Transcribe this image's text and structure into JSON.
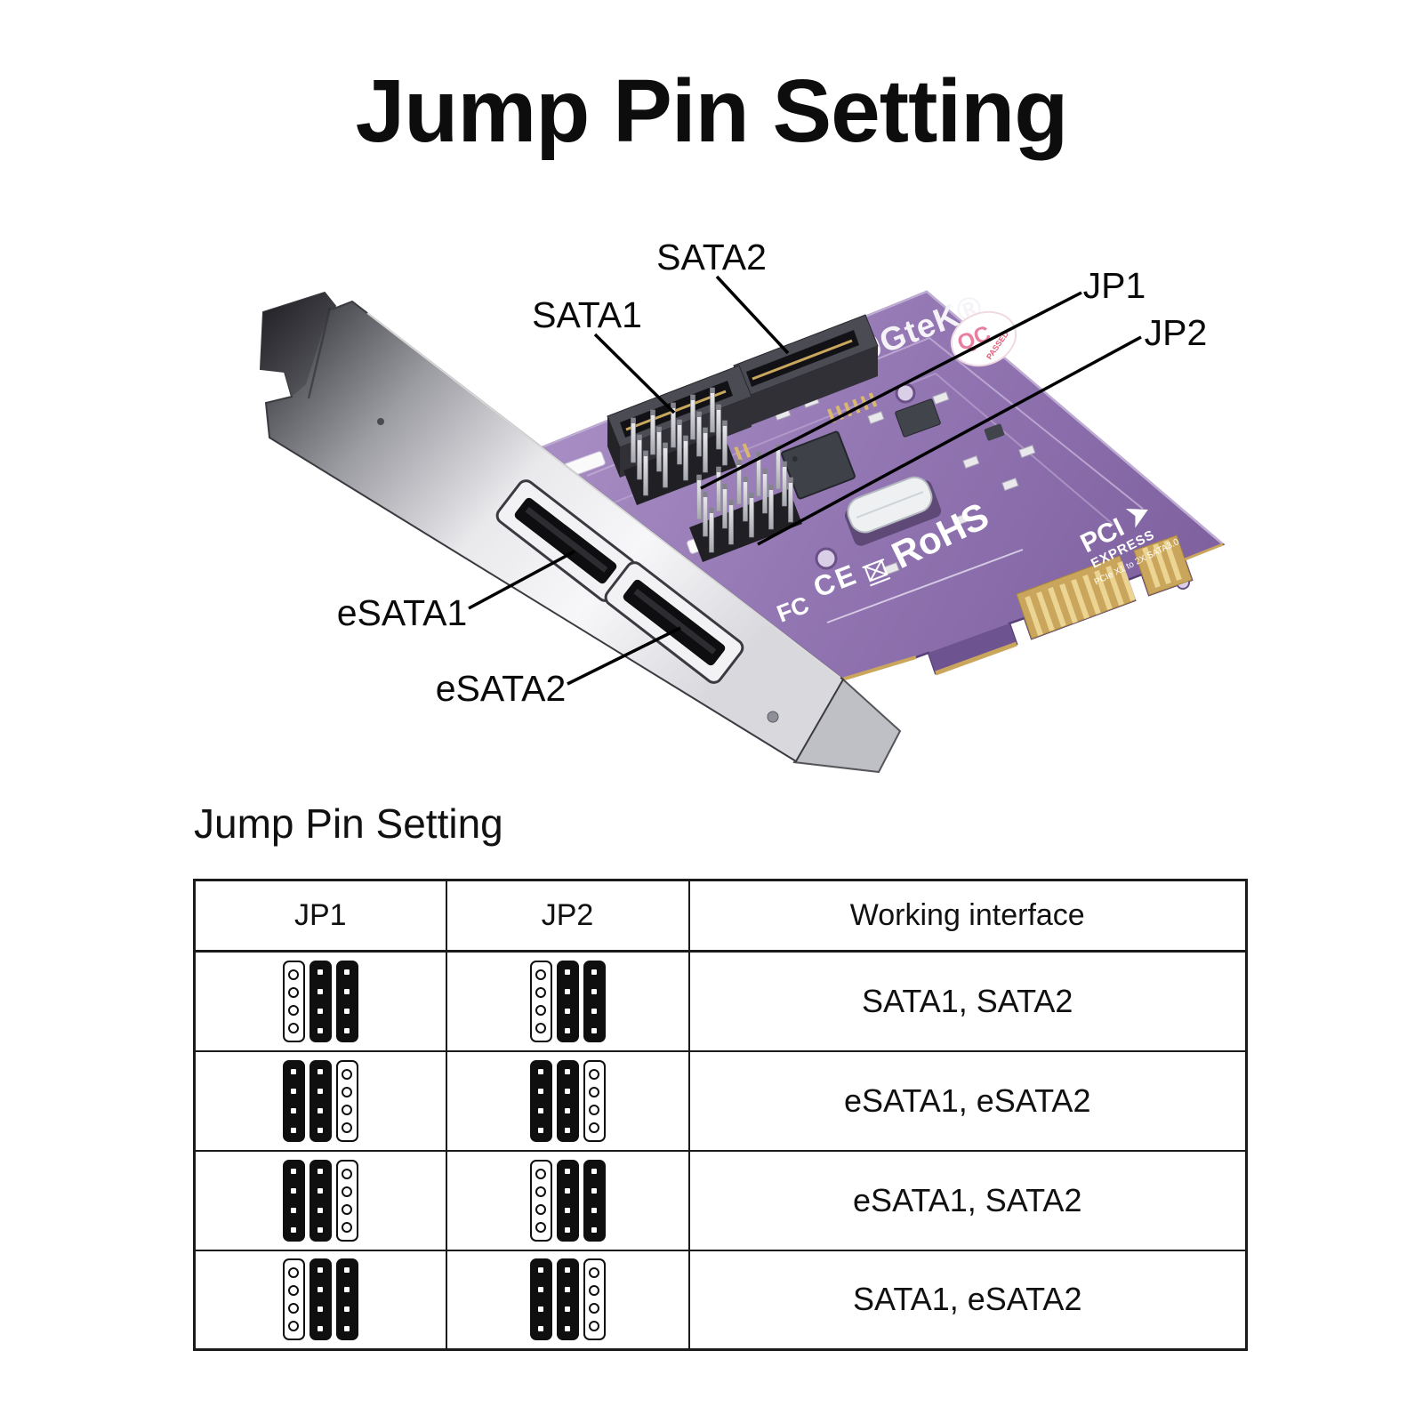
{
  "page": {
    "title": "Jump Pin Setting",
    "section_title": "Jump Pin Setting"
  },
  "diagram": {
    "labels": {
      "sata1": "SATA1",
      "sata2": "SATA2",
      "jp1": "JP1",
      "jp2": "JP2",
      "esata1": "eSATA1",
      "esata2": "eSATA2"
    },
    "board_markings": {
      "brand": "0GteK®",
      "qc_line1": "QC",
      "qc_line2": "PASSED",
      "rohs": "RoHS",
      "ce": "CE",
      "fcc": "FC",
      "pci_line1": "PCI",
      "pci_line2": "EXPRESS",
      "pci_line3": "PCIe X1 to 2X SATA3.0"
    },
    "colors": {
      "pcb_purple": "#9478b4",
      "pcb_dark": "#6d5390",
      "bracket_silver": "#e9e9ec",
      "connector_black": "#2e2e33",
      "gold": "#caa55c",
      "qc_pink": "#e87fa0",
      "label_color": "#0a0a0a"
    }
  },
  "table": {
    "headers": [
      "JP1",
      "JP2",
      "Working interface"
    ],
    "rows": [
      {
        "jp1_pattern": "open,closed,closed",
        "jp2_pattern": "open,closed,closed",
        "interface": "SATA1, SATA2"
      },
      {
        "jp1_pattern": "closed,closed,open",
        "jp2_pattern": "closed,closed,open",
        "interface": "eSATA1, eSATA2"
      },
      {
        "jp1_pattern": "closed,closed,open",
        "jp2_pattern": "open,closed,closed",
        "interface": "eSATA1, SATA2"
      },
      {
        "jp1_pattern": "open,closed,closed",
        "jp2_pattern": "closed,closed,open",
        "interface": "SATA1, eSATA2"
      }
    ]
  }
}
